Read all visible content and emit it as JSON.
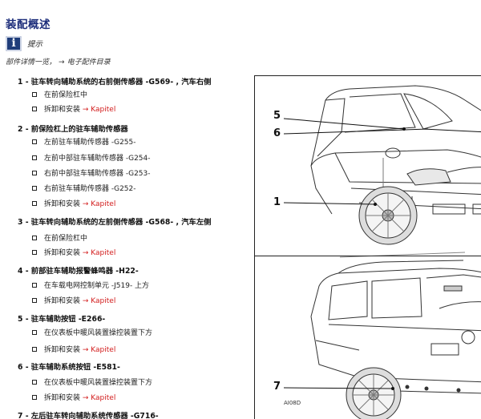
{
  "page": {
    "title": "装配概述",
    "hint_label": "提示",
    "reference_text": "部件详情一览，",
    "reference_arrow": "→",
    "reference_link": "电子配件目录"
  },
  "items": [
    {
      "head": "1 - 驻车转向辅助系统的右前侧传感器 -G569- , 汽车右侧",
      "subs": [
        "在前保险杠中",
        "拆卸和安装 → Kapitel"
      ]
    },
    {
      "head": "2 - 前保险杠上的驻车辅助传感器",
      "subs": [
        "左前驻车辅助传感器 -G255-",
        "左前中部驻车辅助传感器 -G254-",
        "右前中部驻车辅助传感器 -G253-",
        "右前驻车辅助传感器 -G252-",
        "拆卸和安装 → Kapitel"
      ]
    },
    {
      "head": "3 - 驻车转向辅助系统的左前侧传感器 -G568- , 汽车左侧",
      "subs": [
        "在前保险杠中",
        "拆卸和安装 → Kapitel"
      ]
    },
    {
      "head": "4 - 前部驻车辅助报警蜂鸣器 -H22-",
      "subs": [
        "在车载电网控制单元 -J519- 上方",
        "拆卸和安装 → Kapitel"
      ]
    },
    {
      "head": "5 - 驻车辅助按钮 -E266-",
      "subs": [
        "在仪表板中暖风装置操控装置下方",
        "拆卸和安装 → Kapitel"
      ]
    },
    {
      "head": "6 - 驻车辅助系统按钮 -E581-",
      "subs": [
        "在仪表板中暖风装置操控装置下方",
        "拆卸和安装 → Kapitel"
      ]
    },
    {
      "head": "7 - 左后驻车转向辅助系统传感器 -G716-",
      "subs": []
    }
  ],
  "figure": {
    "callouts": [
      "5",
      "6",
      "1",
      "7"
    ],
    "code": "AI08D"
  }
}
